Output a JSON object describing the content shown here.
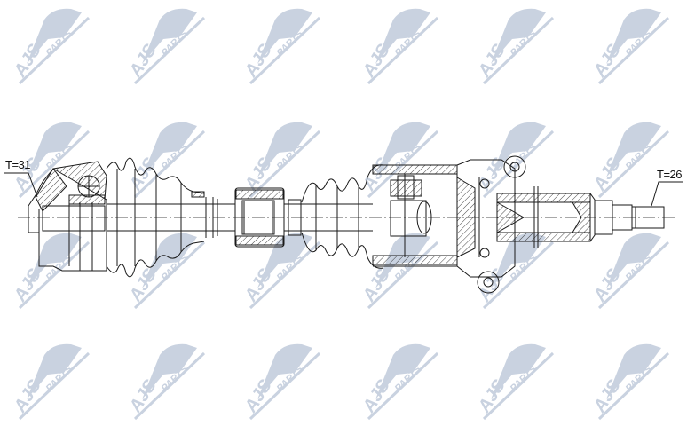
{
  "diagram": {
    "subject": "drive-shaft-cv-joint-assembly",
    "labels": {
      "left_spline": "T=31",
      "right_spline": "T=26"
    },
    "watermark": {
      "text_main": "AJS",
      "text_sub": "PARTS",
      "color": "#c9d2e0",
      "rows": 4,
      "columns": 6
    },
    "colors": {
      "line": "#1a1a1a",
      "background": "#ffffff"
    }
  }
}
